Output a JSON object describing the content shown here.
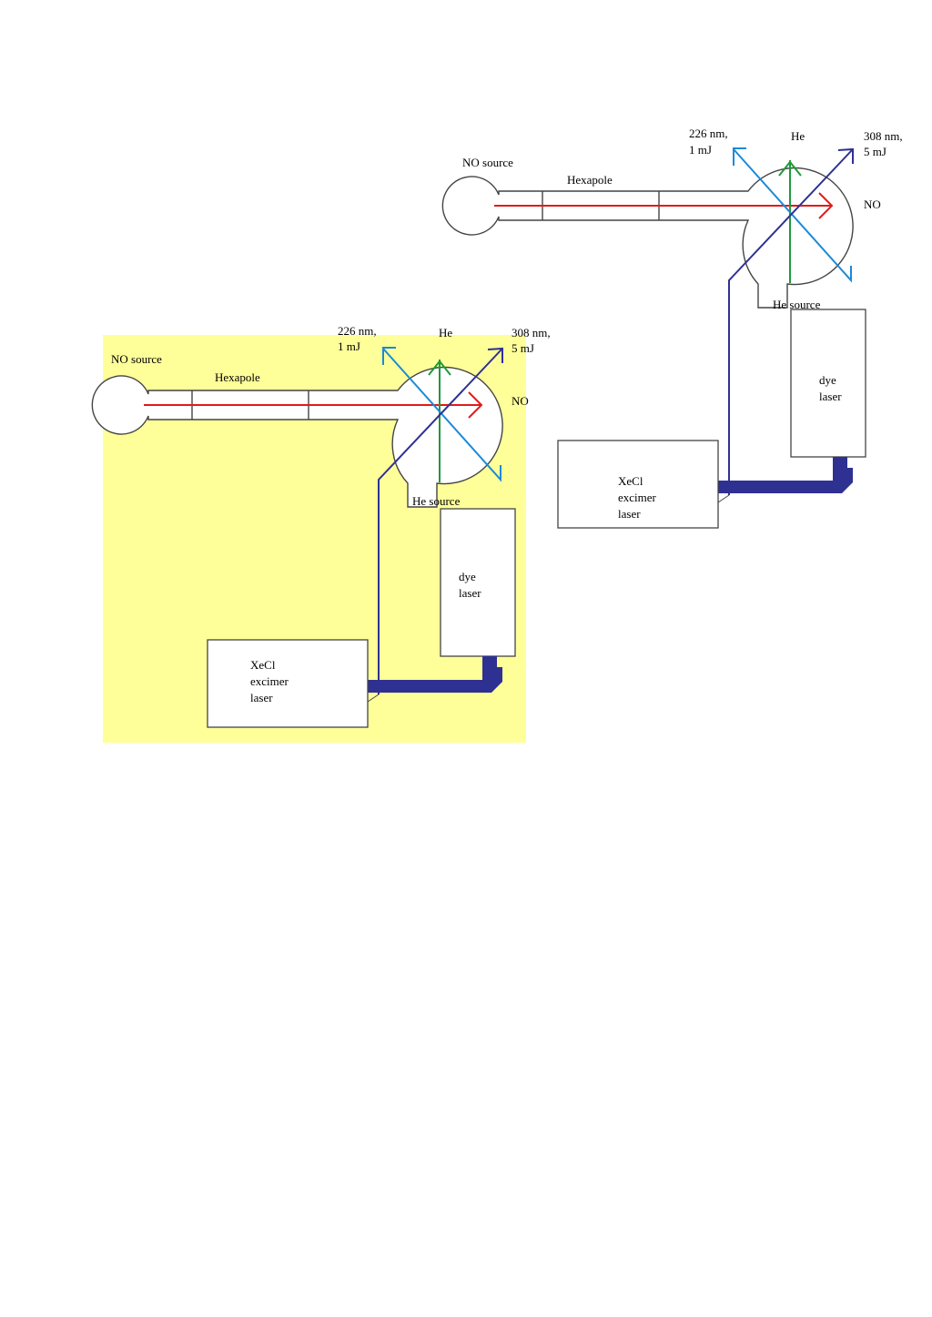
{
  "colors": {
    "background_panel": "#ffff99",
    "outline": "#444444",
    "no_beam": "#e21a1a",
    "he_beam": "#1f9a3a",
    "uv_226": "#1a8ad8",
    "uv_308": "#2e3192",
    "pump_bundle_inset": "#0b0f66",
    "pump_bundle_main": "#2e3192"
  },
  "labels": {
    "no_source": "NO source",
    "hexapole": "Hexapole",
    "laser_226_line1": "226 nm,",
    "laser_226_line2": "1 mJ",
    "he": "He",
    "laser_308_line1": "308 nm,",
    "laser_308_line2": "5 mJ",
    "no": "NO",
    "he_source": "He source",
    "dye_line1": "dye",
    "dye_line2": "laser",
    "xecl_line1": "XeCl",
    "xecl_line2": "excimer",
    "xecl_line3": "laser"
  }
}
